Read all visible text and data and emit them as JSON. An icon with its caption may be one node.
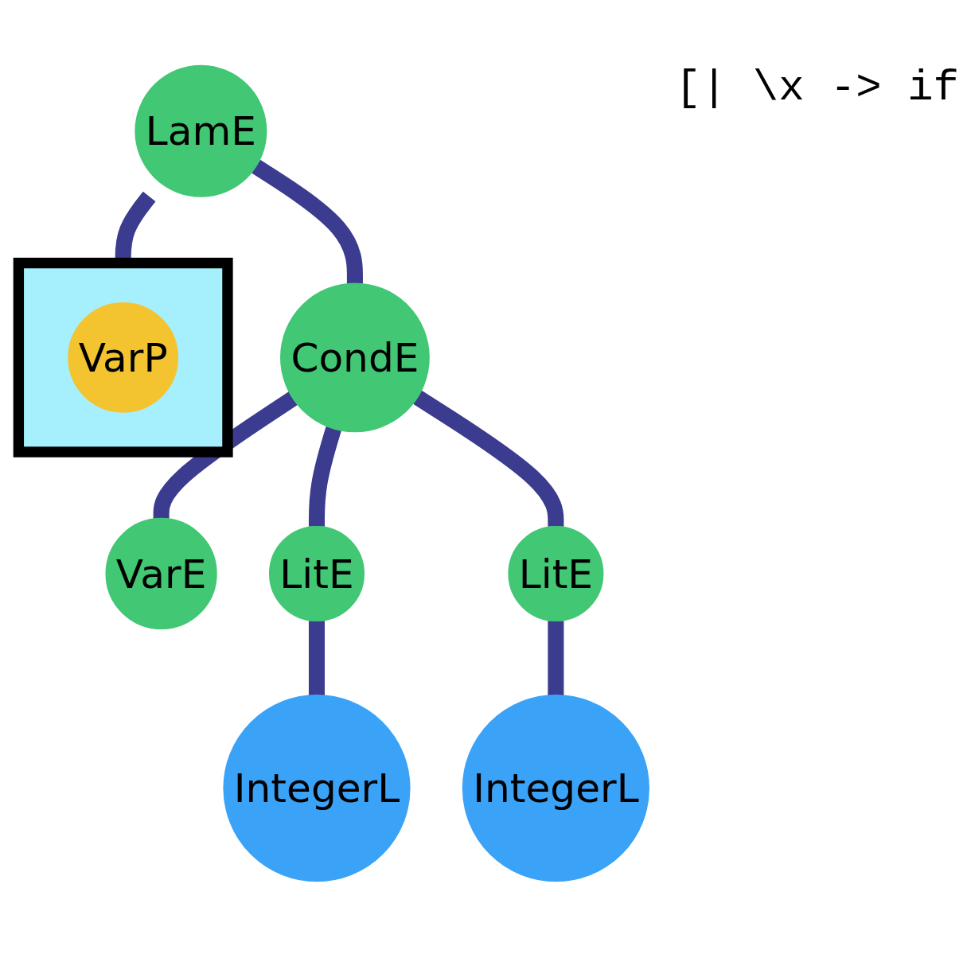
{
  "diagram": {
    "nodes": [
      {
        "text": [
          "LamE"
        ]
      },
      {
        "text": [],
        "shape": "box"
      },
      {
        "text": [
          "VarP"
        ],
        "in": 1
      },
      {
        "text": [
          "CondE"
        ]
      },
      {
        "text": [
          "VarE"
        ]
      },
      {
        "text": [
          "LitE"
        ]
      },
      {
        "text": [
          "LitE"
        ]
      },
      {
        "text": [
          "IntegerL"
        ]
      },
      {
        "text": [
          "IntegerL"
        ]
      }
    ],
    "edges": [
      {
        "from": 0,
        "to": 1,
        "arrow": "none"
      },
      {
        "from": 0,
        "to": 3,
        "arrow": "none"
      },
      {
        "from": 3,
        "to": 4,
        "arrow": "none"
      },
      {
        "from": 3,
        "to": 5,
        "arrow": "none"
      },
      {
        "from": 3,
        "to": 6,
        "arrow": "none"
      },
      {
        "from": 5,
        "to": 7,
        "arrow": "none"
      },
      {
        "from": 6,
        "to": 8,
        "arrow": "none"
      }
    ],
    "labels": [
      "[| \\x -> if"
    ]
  }
}
